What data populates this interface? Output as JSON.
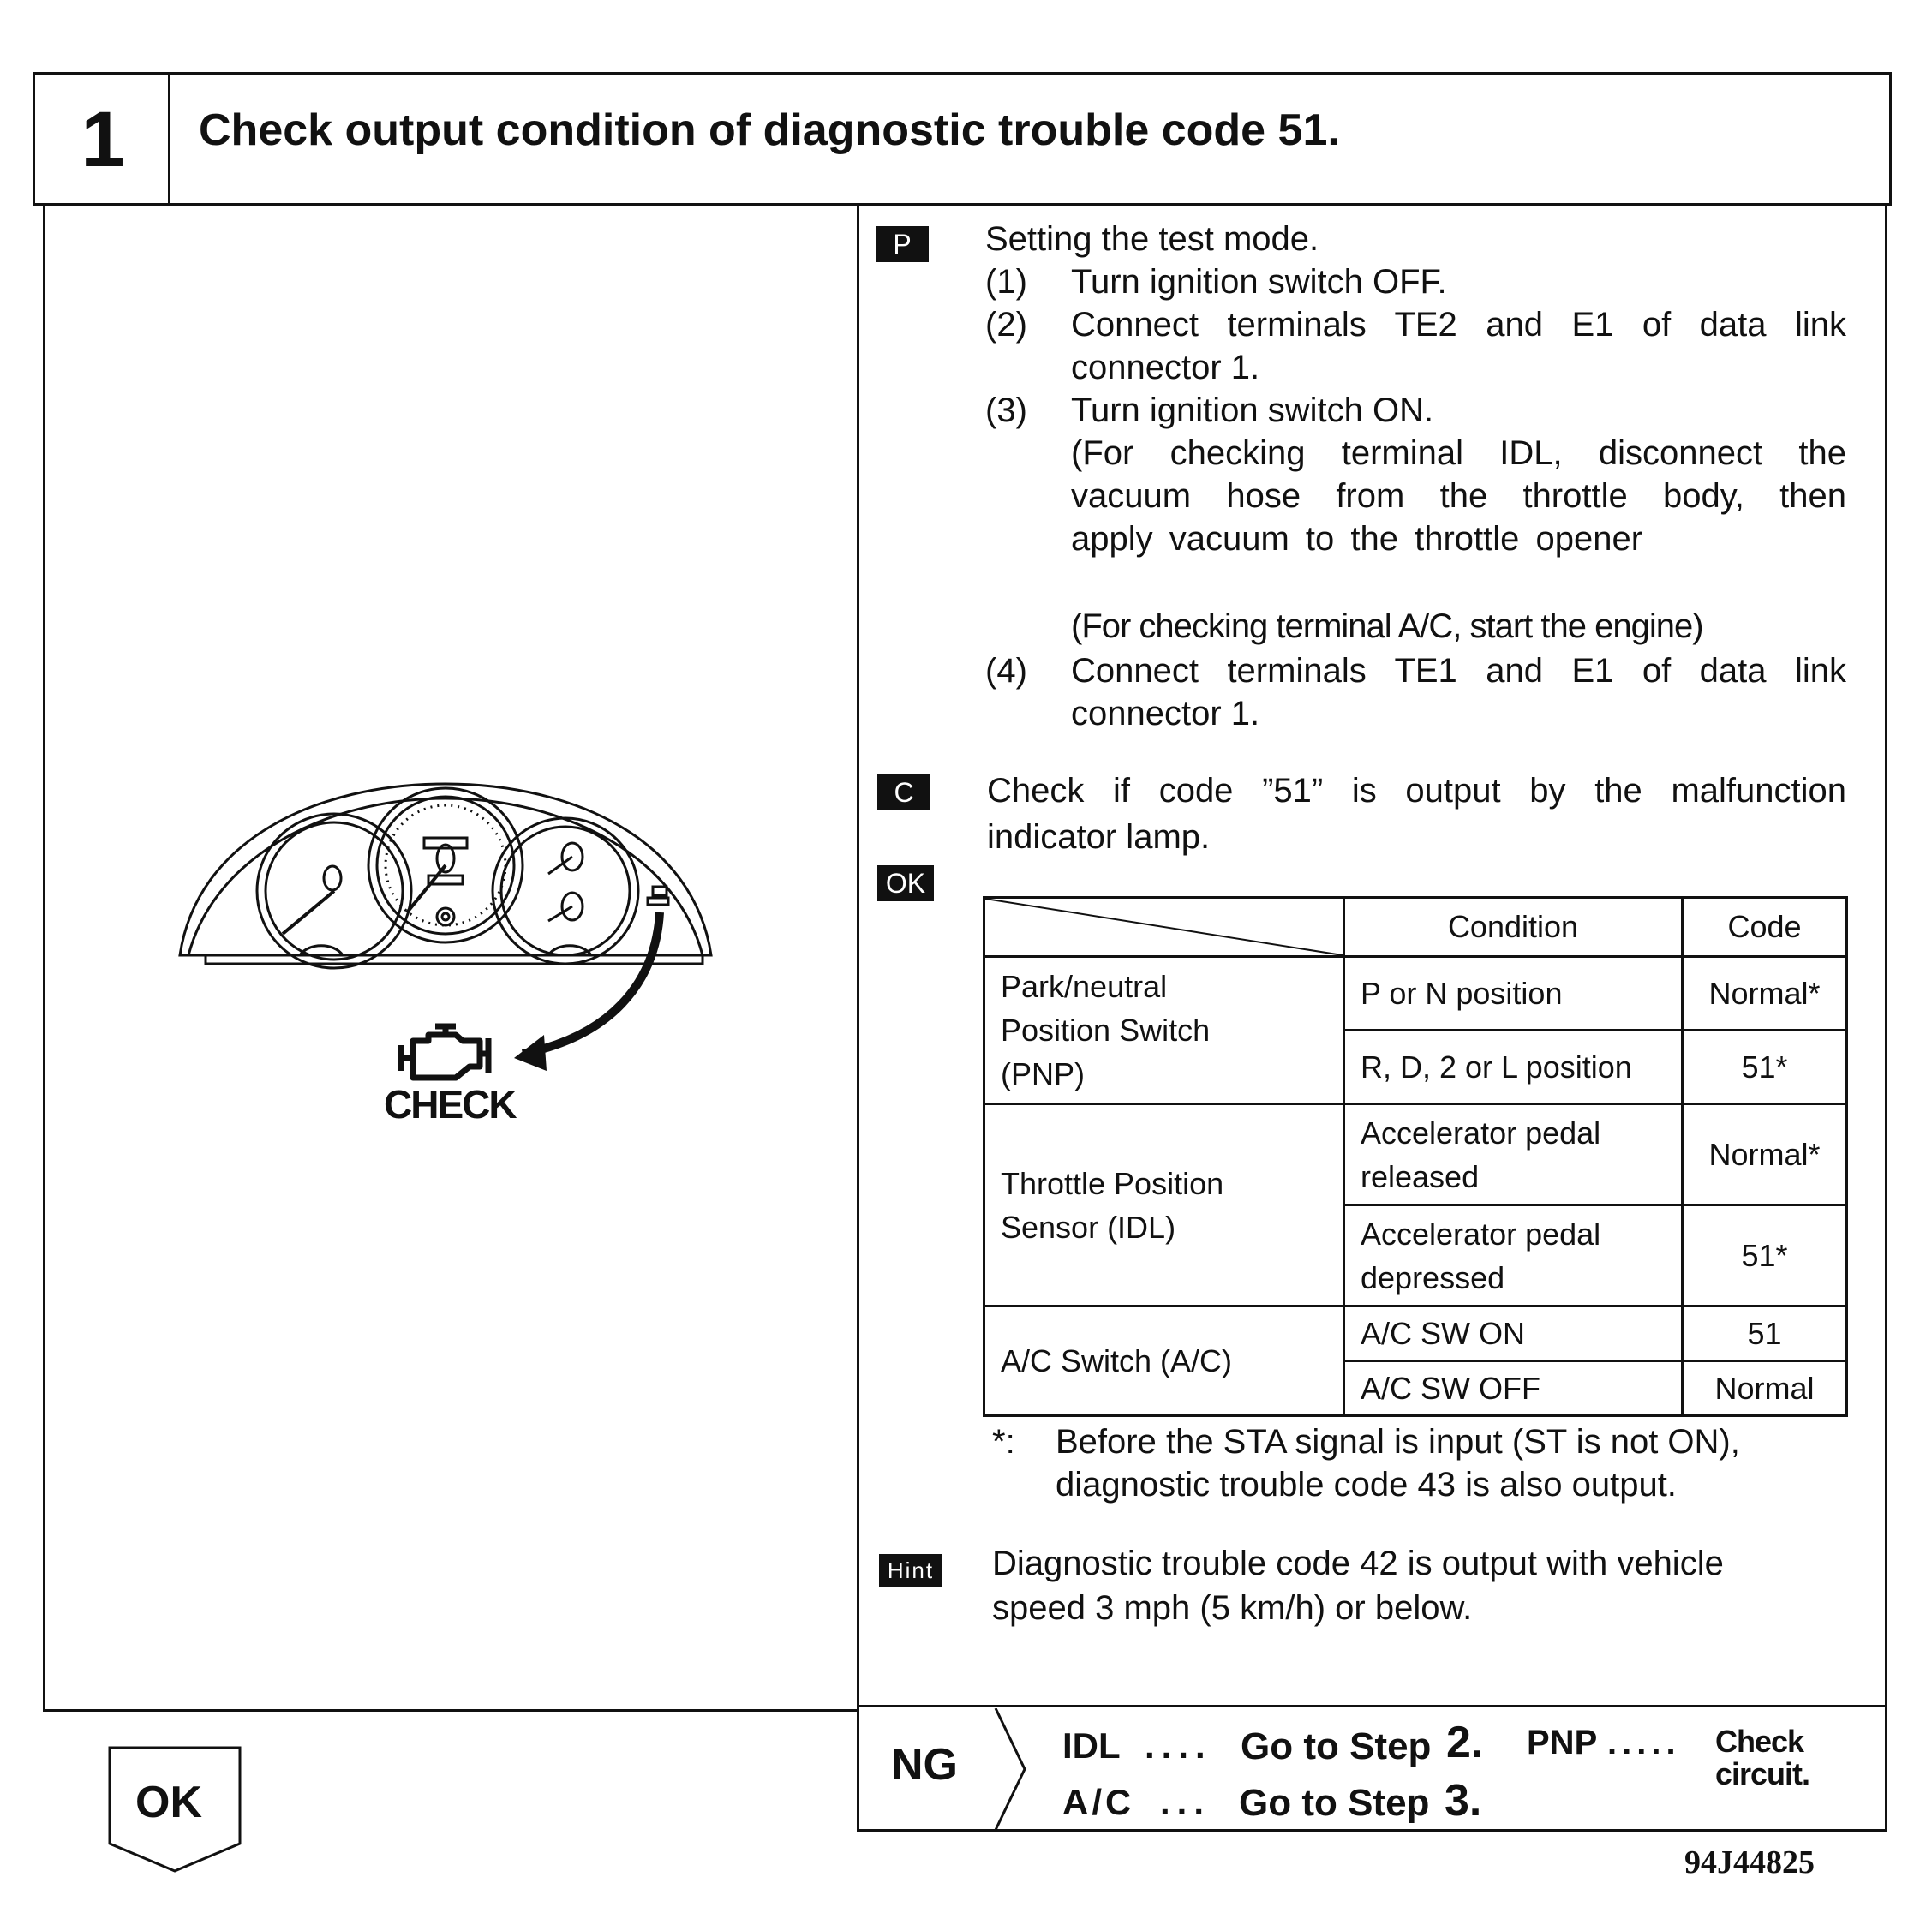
{
  "header": {
    "step_number": "1",
    "title": "Check output condition of diagnostic trouble code 51."
  },
  "illustration": {
    "check_label": "CHECK"
  },
  "procedure": {
    "p_tag": "P",
    "intro": "Setting the test mode.",
    "steps": [
      {
        "num": "(1)",
        "lines": [
          "Turn ignition switch OFF."
        ]
      },
      {
        "num": "(2)",
        "lines": [
          "Connect terminals TE2 and E1 of data link",
          "connector 1."
        ]
      },
      {
        "num": "(3)",
        "lines": [
          "Turn ignition switch ON.",
          "(For checking terminal IDL, disconnect the",
          "vacuum hose from the throttle body, then",
          "apply vacuum to the throttle opener",
          "(For checking terminal A/C, start the engine)"
        ]
      },
      {
        "num": "(4)",
        "lines": [
          "Connect terminals TE1 and E1 of data link",
          "connector 1."
        ]
      }
    ]
  },
  "check": {
    "c_tag": "C",
    "lines": [
      "Check if code ”51” is output by the malfunction",
      "indicator lamp."
    ],
    "ok_tag": "OK"
  },
  "table": {
    "headers": [
      "Condition",
      "Code"
    ],
    "groups": [
      {
        "item": [
          "Park/neutral",
          "Position Switch",
          "(PNP)"
        ],
        "rows": [
          {
            "condition": [
              "P or N position"
            ],
            "code": "Normal*"
          },
          {
            "condition": [
              "R, D, 2 or L position"
            ],
            "code": "51*"
          }
        ]
      },
      {
        "item": [
          "Throttle Position",
          "Sensor (IDL)"
        ],
        "rows": [
          {
            "condition": [
              "Accelerator pedal",
              "released"
            ],
            "code": "Normal*"
          },
          {
            "condition": [
              "Accelerator pedal",
              "depressed"
            ],
            "code": "51*"
          }
        ]
      },
      {
        "item": [
          "A/C Switch (A/C)"
        ],
        "rows": [
          {
            "condition": [
              "A/C SW ON"
            ],
            "code": "51"
          },
          {
            "condition": [
              "A/C SW OFF"
            ],
            "code": "Normal"
          }
        ]
      }
    ]
  },
  "footnote": {
    "mark": "*:",
    "lines": [
      "Before the STA signal is input (ST is not ON),",
      "diagnostic trouble code 43 is also output."
    ]
  },
  "hint": {
    "tag": "Hint",
    "lines": [
      "Diagnostic trouble code 42 is output with vehicle",
      "speed 3 mph (5 km/h) or below."
    ]
  },
  "outcome": {
    "ok_label": "OK",
    "ng_label": "NG",
    "idl_label": "IDL",
    "idl_dots": "....",
    "idl_action": "Go to Step",
    "idl_step": "2.",
    "ac_label": "A/C",
    "ac_dots": "...",
    "ac_action": "Go to Step",
    "ac_step": "3.",
    "pnp_label": "PNP",
    "pnp_dots": ".....",
    "pnp_action": [
      "Check",
      "circuit."
    ]
  },
  "figure_id": "94J44825"
}
